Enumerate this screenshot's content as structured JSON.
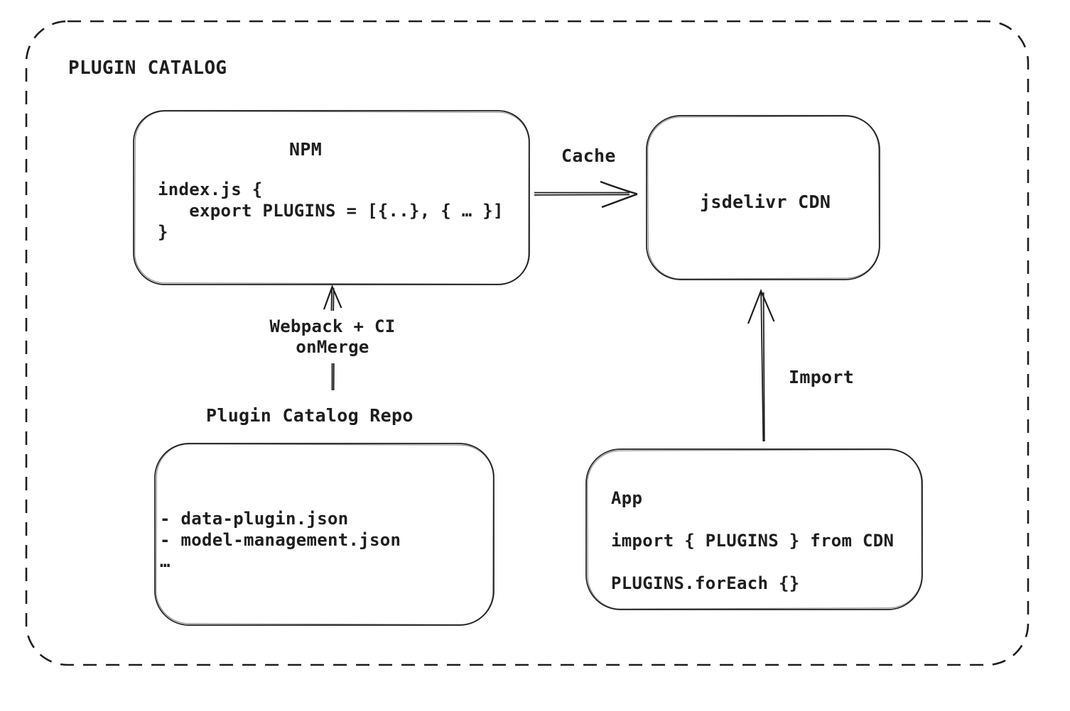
{
  "diagram": {
    "title": "PLUGIN CATALOG",
    "nodes": {
      "npm": {
        "title": "NPM",
        "code": "index.js {\n   export PLUGINS = [{..}, { … }]\n}"
      },
      "cdn": {
        "label": "jsdelivr CDN"
      },
      "repo": {
        "heading": "Plugin Catalog Repo",
        "items": "- data-plugin.json\n- model-management.json\n…"
      },
      "app": {
        "text": "App\n\nimport { PLUGINS } from CDN\n\nPLUGINS.forEach {}"
      }
    },
    "edges": {
      "cache": {
        "label": "Cache"
      },
      "build": {
        "label": "Webpack + CI\nonMerge"
      },
      "import": {
        "label": "Import"
      }
    },
    "colors": {
      "stroke": "#1e1e1e",
      "background": "#ffffff"
    }
  }
}
